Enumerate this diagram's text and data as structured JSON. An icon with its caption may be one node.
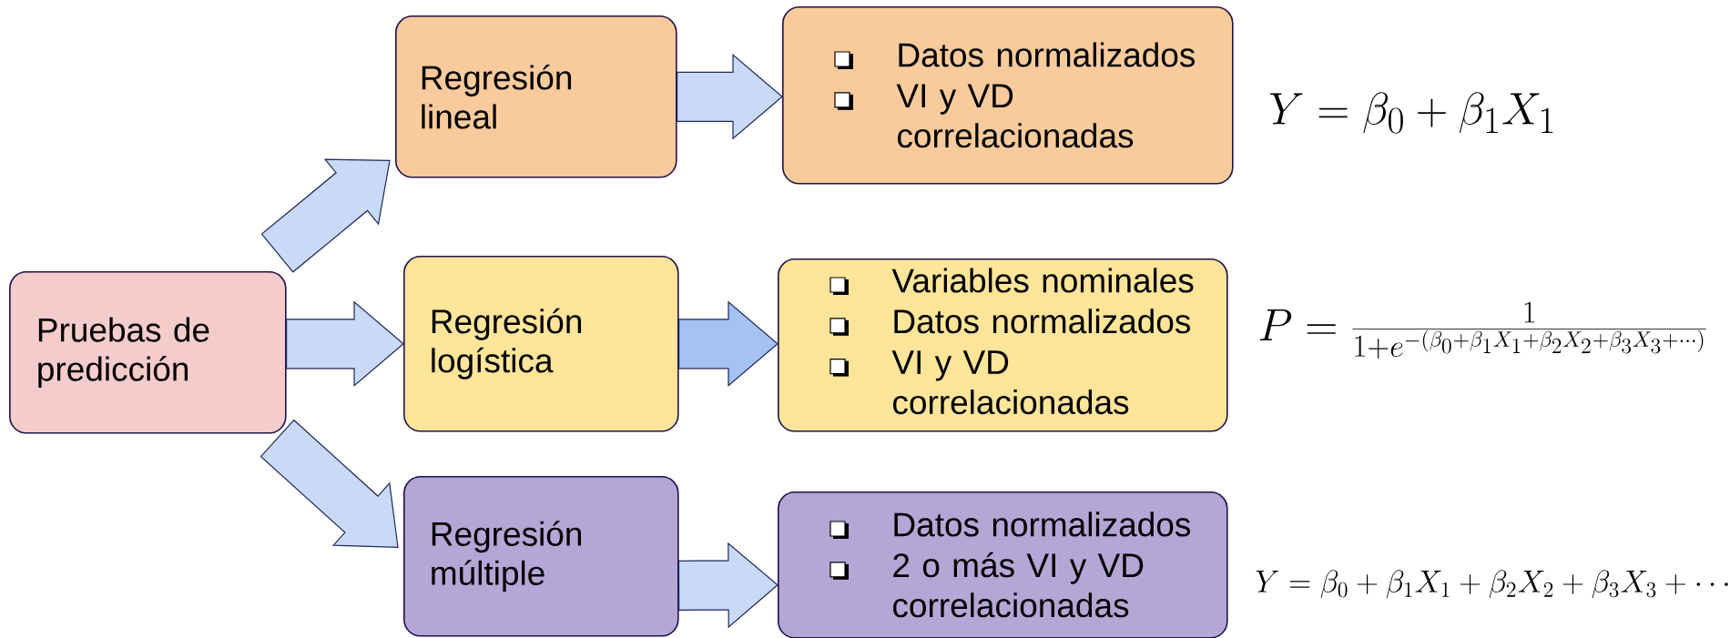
{
  "diagram": {
    "nodes": [
      {
        "text": [
          "Pruebas de predicción"
        ]
      },
      {
        "text": [
          "Regresión lineal"
        ]
      },
      {
        "text": [
          "Datos normalizados",
          "VI y VD correlacionadas"
        ]
      },
      {
        "text": [
          "Regresión logística"
        ]
      },
      {
        "text": [
          "Variables nominales",
          "Datos normalizados",
          "VI y VD correlacionadas"
        ]
      },
      {
        "text": [
          "Regresión múltiple"
        ]
      },
      {
        "text": [
          "Datos normalizados",
          "2 o más VI y VD correlacionadas"
        ]
      }
    ],
    "edges": [
      {
        "from": 0,
        "to": 1,
        "arrow": "to"
      },
      {
        "from": 0,
        "to": 3,
        "arrow": "to"
      },
      {
        "from": 0,
        "to": 5,
        "arrow": "to"
      },
      {
        "from": 1,
        "to": 2,
        "arrow": "to"
      },
      {
        "from": 3,
        "to": 4,
        "arrow": "to",
        "color": "#a4c2f4"
      },
      {
        "from": 5,
        "to": 6,
        "arrow": "to"
      }
    ],
    "labels": [
      "Y = \\beta_0 + \\beta_1 X_1",
      "P = \\frac{1}{1+e^{-(\\beta_0+\\beta_1 X_1+\\beta_2 X_2+\\beta_3 X_3+\\cdots)}}",
      "Y = \\beta_0 + \\beta_1 X_1 + \\beta_2 X_2 + \\beta_3 X_3 + \\cdots"
    ]
  }
}
